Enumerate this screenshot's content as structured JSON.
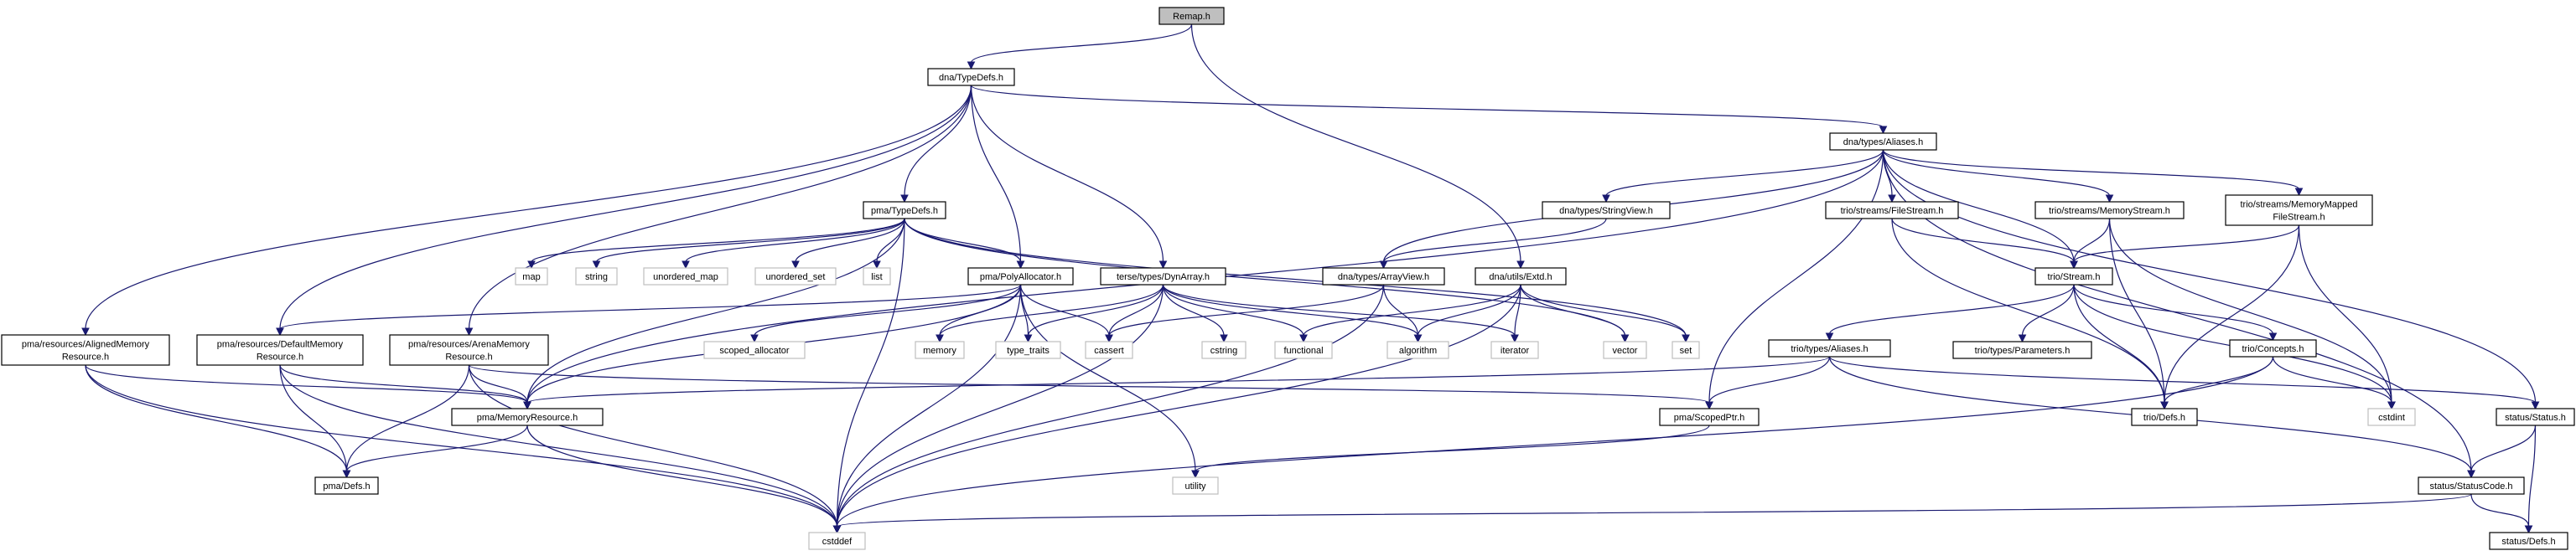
{
  "nodes": [
    {
      "id": "remap",
      "lines": [
        "Remap.h"
      ],
      "kind": "root"
    },
    {
      "id": "dna_typedefs",
      "lines": [
        "dna/TypeDefs.h"
      ],
      "kind": "file"
    },
    {
      "id": "dna_aliases",
      "lines": [
        "dna/types/Aliases.h"
      ],
      "kind": "file"
    },
    {
      "id": "pma_typedefs",
      "lines": [
        "pma/TypeDefs.h"
      ],
      "kind": "file"
    },
    {
      "id": "dna_stringview",
      "lines": [
        "dna/types/StringView.h"
      ],
      "kind": "file"
    },
    {
      "id": "trio_filestream",
      "lines": [
        "trio/streams/FileStream.h"
      ],
      "kind": "file"
    },
    {
      "id": "trio_memorystream",
      "lines": [
        "trio/streams/MemoryStream.h"
      ],
      "kind": "file"
    },
    {
      "id": "trio_mmfs",
      "lines": [
        "trio/streams/MemoryMapped",
        "FileStream.h"
      ],
      "kind": "file"
    },
    {
      "id": "map",
      "lines": [
        "map"
      ],
      "kind": "sys"
    },
    {
      "id": "string",
      "lines": [
        "string"
      ],
      "kind": "sys"
    },
    {
      "id": "unordered_map",
      "lines": [
        "unordered_map"
      ],
      "kind": "sys"
    },
    {
      "id": "unordered_set",
      "lines": [
        "unordered_set"
      ],
      "kind": "sys"
    },
    {
      "id": "list",
      "lines": [
        "list"
      ],
      "kind": "sys"
    },
    {
      "id": "pma_polyallocator",
      "lines": [
        "pma/PolyAllocator.h"
      ],
      "kind": "file"
    },
    {
      "id": "terse_dynarray",
      "lines": [
        "terse/types/DynArray.h"
      ],
      "kind": "file"
    },
    {
      "id": "dna_arrayview",
      "lines": [
        "dna/types/ArrayView.h"
      ],
      "kind": "file"
    },
    {
      "id": "dna_extd",
      "lines": [
        "dna/utils/Extd.h"
      ],
      "kind": "file"
    },
    {
      "id": "trio_stream",
      "lines": [
        "trio/Stream.h"
      ],
      "kind": "file"
    },
    {
      "id": "pma_aligned",
      "lines": [
        "pma/resources/AlignedMemory",
        "Resource.h"
      ],
      "kind": "file"
    },
    {
      "id": "pma_default",
      "lines": [
        "pma/resources/DefaultMemory",
        "Resource.h"
      ],
      "kind": "file"
    },
    {
      "id": "pma_arena",
      "lines": [
        "pma/resources/ArenaMemory",
        "Resource.h"
      ],
      "kind": "file"
    },
    {
      "id": "scoped_allocator",
      "lines": [
        "scoped_allocator"
      ],
      "kind": "sys"
    },
    {
      "id": "memory",
      "lines": [
        "memory"
      ],
      "kind": "sys"
    },
    {
      "id": "type_traits",
      "lines": [
        "type_traits"
      ],
      "kind": "sys"
    },
    {
      "id": "cassert",
      "lines": [
        "cassert"
      ],
      "kind": "sys"
    },
    {
      "id": "cstring",
      "lines": [
        "cstring"
      ],
      "kind": "sys"
    },
    {
      "id": "functional",
      "lines": [
        "functional"
      ],
      "kind": "sys"
    },
    {
      "id": "algorithm",
      "lines": [
        "algorithm"
      ],
      "kind": "sys"
    },
    {
      "id": "iterator",
      "lines": [
        "iterator"
      ],
      "kind": "sys"
    },
    {
      "id": "vector",
      "lines": [
        "vector"
      ],
      "kind": "sys"
    },
    {
      "id": "set",
      "lines": [
        "set"
      ],
      "kind": "sys"
    },
    {
      "id": "trio_params",
      "lines": [
        "trio/types/Parameters.h"
      ],
      "kind": "file"
    },
    {
      "id": "trio_aliases",
      "lines": [
        "trio/types/Aliases.h"
      ],
      "kind": "file"
    },
    {
      "id": "trio_concepts",
      "lines": [
        "trio/Concepts.h"
      ],
      "kind": "file"
    },
    {
      "id": "pma_memres",
      "lines": [
        "pma/MemoryResource.h"
      ],
      "kind": "file"
    },
    {
      "id": "pma_scopedptr",
      "lines": [
        "pma/ScopedPtr.h"
      ],
      "kind": "file"
    },
    {
      "id": "trio_defs",
      "lines": [
        "trio/Defs.h"
      ],
      "kind": "file"
    },
    {
      "id": "cstdint",
      "lines": [
        "cstdint"
      ],
      "kind": "sys"
    },
    {
      "id": "status_status",
      "lines": [
        "status/Status.h"
      ],
      "kind": "file"
    },
    {
      "id": "pma_defs",
      "lines": [
        "pma/Defs.h"
      ],
      "kind": "file"
    },
    {
      "id": "utility",
      "lines": [
        "utility"
      ],
      "kind": "sys"
    },
    {
      "id": "status_statuscode",
      "lines": [
        "status/StatusCode.h"
      ],
      "kind": "file"
    },
    {
      "id": "cstddef",
      "lines": [
        "cstddef"
      ],
      "kind": "sys"
    },
    {
      "id": "status_defs",
      "lines": [
        "status/Defs.h"
      ],
      "kind": "file"
    }
  ],
  "edges": [
    [
      "remap",
      "dna_typedefs"
    ],
    [
      "remap",
      "dna_extd"
    ],
    [
      "dna_typedefs",
      "dna_aliases"
    ],
    [
      "dna_typedefs",
      "pma_typedefs"
    ],
    [
      "dna_typedefs",
      "pma_polyallocator"
    ],
    [
      "dna_typedefs",
      "terse_dynarray"
    ],
    [
      "dna_typedefs",
      "pma_aligned"
    ],
    [
      "dna_typedefs",
      "pma_default"
    ],
    [
      "dna_typedefs",
      "pma_arena"
    ],
    [
      "dna_aliases",
      "dna_stringview"
    ],
    [
      "dna_aliases",
      "trio_filestream"
    ],
    [
      "dna_aliases",
      "trio_memorystream"
    ],
    [
      "dna_aliases",
      "trio_mmfs"
    ],
    [
      "dna_aliases",
      "dna_arrayview"
    ],
    [
      "dna_aliases",
      "trio_stream"
    ],
    [
      "dna_aliases",
      "pma_memres"
    ],
    [
      "dna_aliases",
      "pma_scopedptr"
    ],
    [
      "dna_aliases",
      "status_status"
    ],
    [
      "dna_aliases",
      "status_statuscode"
    ],
    [
      "pma_typedefs",
      "map"
    ],
    [
      "pma_typedefs",
      "string"
    ],
    [
      "pma_typedefs",
      "unordered_map"
    ],
    [
      "pma_typedefs",
      "unordered_set"
    ],
    [
      "pma_typedefs",
      "list"
    ],
    [
      "pma_typedefs",
      "pma_polyallocator"
    ],
    [
      "pma_typedefs",
      "vector"
    ],
    [
      "pma_typedefs",
      "set"
    ],
    [
      "pma_typedefs",
      "pma_memres"
    ],
    [
      "pma_typedefs",
      "cstddef"
    ],
    [
      "pma_polyallocator",
      "scoped_allocator"
    ],
    [
      "pma_polyallocator",
      "memory"
    ],
    [
      "pma_polyallocator",
      "type_traits"
    ],
    [
      "pma_polyallocator",
      "cassert"
    ],
    [
      "pma_polyallocator",
      "pma_default"
    ],
    [
      "pma_polyallocator",
      "pma_memres"
    ],
    [
      "pma_polyallocator",
      "utility"
    ],
    [
      "pma_polyallocator",
      "cstddef"
    ],
    [
      "terse_dynarray",
      "memory"
    ],
    [
      "terse_dynarray",
      "type_traits"
    ],
    [
      "terse_dynarray",
      "cassert"
    ],
    [
      "terse_dynarray",
      "cstring"
    ],
    [
      "terse_dynarray",
      "functional"
    ],
    [
      "terse_dynarray",
      "algorithm"
    ],
    [
      "terse_dynarray",
      "iterator"
    ],
    [
      "terse_dynarray",
      "cstddef"
    ],
    [
      "dna_stringview",
      "dna_arrayview"
    ],
    [
      "dna_arrayview",
      "cassert"
    ],
    [
      "dna_arrayview",
      "algorithm"
    ],
    [
      "dna_arrayview",
      "cstddef"
    ],
    [
      "dna_extd",
      "functional"
    ],
    [
      "dna_extd",
      "algorithm"
    ],
    [
      "dna_extd",
      "iterator"
    ],
    [
      "dna_extd",
      "vector"
    ],
    [
      "dna_extd",
      "set"
    ],
    [
      "dna_extd",
      "cstddef"
    ],
    [
      "trio_filestream",
      "trio_stream"
    ],
    [
      "trio_filestream",
      "trio_defs"
    ],
    [
      "trio_memorystream",
      "trio_stream"
    ],
    [
      "trio_memorystream",
      "trio_defs"
    ],
    [
      "trio_memorystream",
      "cstdint"
    ],
    [
      "trio_mmfs",
      "trio_stream"
    ],
    [
      "trio_mmfs",
      "trio_defs"
    ],
    [
      "trio_mmfs",
      "cstdint"
    ],
    [
      "trio_stream",
      "trio_params"
    ],
    [
      "trio_stream",
      "trio_aliases"
    ],
    [
      "trio_stream",
      "trio_concepts"
    ],
    [
      "trio_stream",
      "trio_defs"
    ],
    [
      "trio_stream",
      "cstdint"
    ],
    [
      "trio_aliases",
      "pma_memres"
    ],
    [
      "trio_aliases",
      "pma_scopedptr"
    ],
    [
      "trio_aliases",
      "status_status"
    ],
    [
      "trio_aliases",
      "status_statuscode"
    ],
    [
      "trio_concepts",
      "trio_defs"
    ],
    [
      "trio_concepts",
      "cstdint"
    ],
    [
      "trio_concepts",
      "cstddef"
    ],
    [
      "pma_aligned",
      "pma_memres"
    ],
    [
      "pma_aligned",
      "pma_defs"
    ],
    [
      "pma_aligned",
      "cstddef"
    ],
    [
      "pma_default",
      "pma_memres"
    ],
    [
      "pma_default",
      "pma_defs"
    ],
    [
      "pma_default",
      "cstddef"
    ],
    [
      "pma_arena",
      "pma_memres"
    ],
    [
      "pma_arena",
      "pma_defs"
    ],
    [
      "pma_arena",
      "pma_scopedptr"
    ],
    [
      "pma_arena",
      "cstddef"
    ],
    [
      "pma_memres",
      "pma_defs"
    ],
    [
      "pma_memres",
      "cstddef"
    ],
    [
      "pma_scopedptr",
      "utility"
    ],
    [
      "status_status",
      "status_statuscode"
    ],
    [
      "status_status",
      "status_defs"
    ],
    [
      "status_statuscode",
      "status_defs"
    ],
    [
      "status_statuscode",
      "cstddef"
    ]
  ]
}
